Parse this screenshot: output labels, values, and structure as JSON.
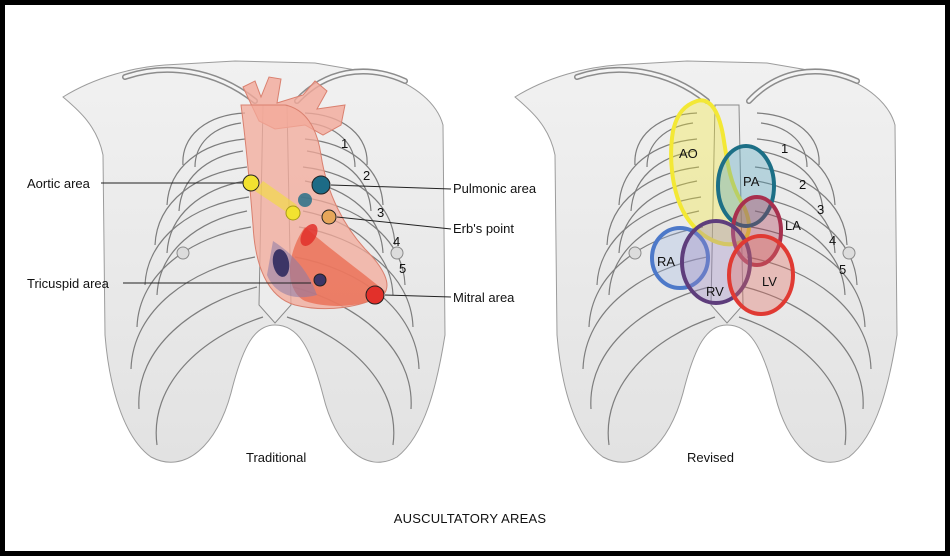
{
  "left_panel": {
    "caption": "Traditional",
    "labels": {
      "aortic": "Aortic area",
      "pulmonic": "Pulmonic area",
      "erbs": "Erb's point",
      "tricuspid": "Tricuspid area",
      "mitral": "Mitral area"
    },
    "rib_numbers": [
      "1",
      "2",
      "3",
      "4",
      "5"
    ],
    "colors": {
      "aortic": "#f2e230",
      "pulmonic": "#1d6b86",
      "erbs": "#e6a65a",
      "tricuspid": "#3c3566",
      "mitral": "#e2302a"
    }
  },
  "right_panel": {
    "caption": "Revised",
    "areas": {
      "ao": "AO",
      "pa": "PA",
      "la": "LA",
      "ra": "RA",
      "rv": "RV",
      "lv": "LV"
    },
    "rib_numbers": [
      "1",
      "2",
      "3",
      "4",
      "5"
    ],
    "colors": {
      "ao": "#f3e835",
      "pa": "#1c6f86",
      "la": "#a8304e",
      "ra": "#4d79c9",
      "rv": "#5e3d7c",
      "lv": "#e03a33"
    }
  },
  "figure_title": "AUSCULTATORY AREAS"
}
